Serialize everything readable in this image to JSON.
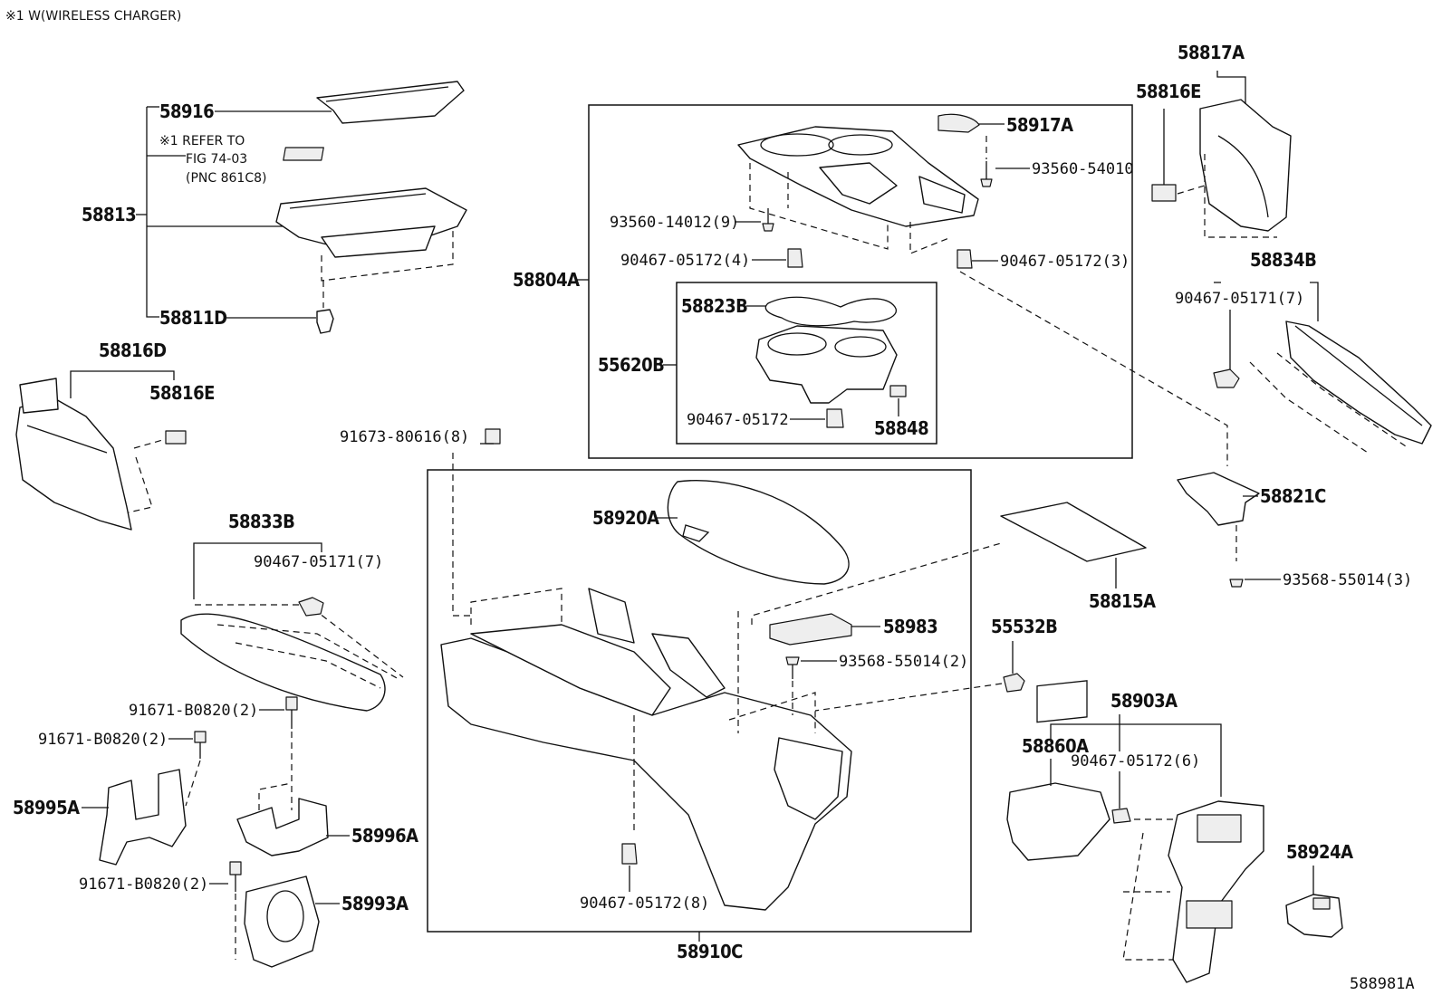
{
  "header_note": "※1 W(WIRELESS CHARGER)",
  "figure_id": "588981A",
  "refer_note": [
    "※1 REFER TO",
    "FIG 74-03",
    "(PNC 861C8)"
  ],
  "parts": {
    "p58916": "58916",
    "p58813": "58813",
    "p58811D": "58811D",
    "p58816D": "58816D",
    "p58816E_left": "58816E",
    "p58833B": "58833B",
    "p90467_05171_7_left": "90467-05171(7)",
    "p91671_B0820_a": "91671-B0820(2)",
    "p91671_B0820_b": "91671-B0820(2)",
    "p91671_B0820_c": "91671-B0820(2)",
    "p58995A": "58995A",
    "p58996A": "58996A",
    "p58993A": "58993A",
    "p91673_80616_8": "91673-80616(8)",
    "p58804A": "58804A",
    "p58917A": "58917A",
    "p93560_54010": "93560-54010",
    "p93560_14012_9": "93560-14012(9)",
    "p90467_05172_4": "90467-05172(4)",
    "p90467_05172_3": "90467-05172(3)",
    "p58823B": "58823B",
    "p55620B": "55620B",
    "p90467_05172": "90467-05172",
    "p58848": "58848",
    "p58920A": "58920A",
    "p58983": "58983",
    "p93568_55014_2": "93568-55014(2)",
    "p90467_05172_8": "90467-05172(8)",
    "p58910C": "58910C",
    "p58817A": "58817A",
    "p58816E_right": "58816E",
    "p58834B": "58834B",
    "p90467_05171_7_right": "90467-05171(7)",
    "p58821C": "58821C",
    "p93568_55014_3": "93568-55014(3)",
    "p58815A": "58815A",
    "p55532B": "55532B",
    "p58903A": "58903A",
    "p58860A": "58860A",
    "p90467_05172_6": "90467-05172(6)",
    "p58924A": "58924A"
  }
}
